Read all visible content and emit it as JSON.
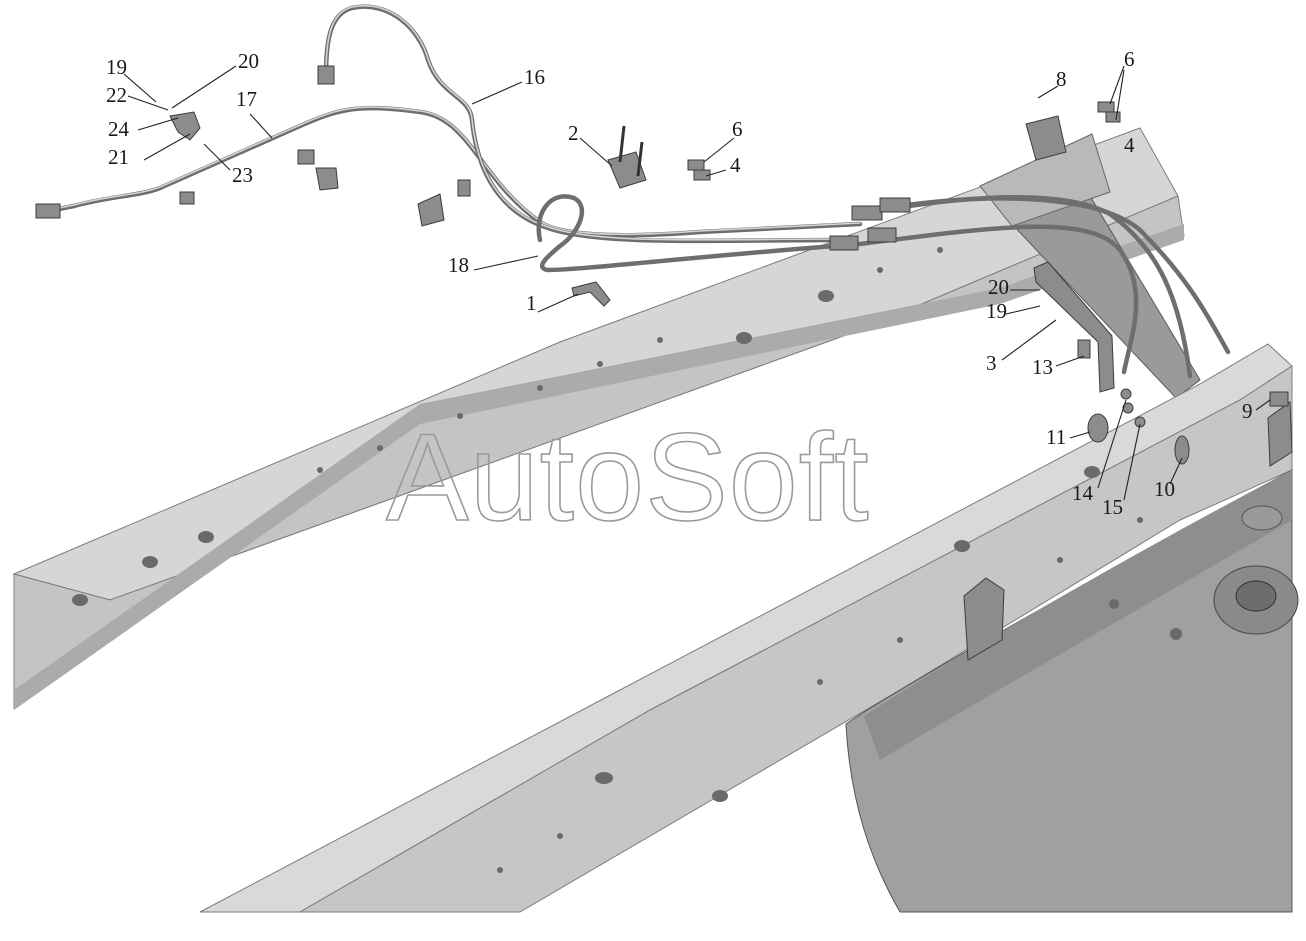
{
  "watermark": "AutoSoft",
  "colors": {
    "background": "#ffffff",
    "frame_light": "#d9d9d9",
    "frame_mid": "#bdbdbd",
    "frame_dark": "#a3a3a3",
    "pipe": "#6e6e6e",
    "tank": "#9c9c9c",
    "label": "#1a1a1a"
  },
  "callouts": [
    {
      "id": "c19a",
      "text": "19"
    },
    {
      "id": "c20a",
      "text": "20"
    },
    {
      "id": "c22",
      "text": "22"
    },
    {
      "id": "c17",
      "text": "17"
    },
    {
      "id": "c24",
      "text": "24"
    },
    {
      "id": "c21",
      "text": "21"
    },
    {
      "id": "c23",
      "text": "23"
    },
    {
      "id": "c16",
      "text": "16"
    },
    {
      "id": "c2",
      "text": "2"
    },
    {
      "id": "c6a",
      "text": "6"
    },
    {
      "id": "c4a",
      "text": "4"
    },
    {
      "id": "c8",
      "text": "8"
    },
    {
      "id": "c6b",
      "text": "6"
    },
    {
      "id": "c4b",
      "text": "4"
    },
    {
      "id": "c18",
      "text": "18"
    },
    {
      "id": "c1",
      "text": "1"
    },
    {
      "id": "c20b",
      "text": "20"
    },
    {
      "id": "c19b",
      "text": "19"
    },
    {
      "id": "c3",
      "text": "3"
    },
    {
      "id": "c13",
      "text": "13"
    },
    {
      "id": "c9",
      "text": "9"
    },
    {
      "id": "c11",
      "text": "11"
    },
    {
      "id": "c14",
      "text": "14"
    },
    {
      "id": "c15",
      "text": "15"
    },
    {
      "id": "c10",
      "text": "10"
    }
  ]
}
